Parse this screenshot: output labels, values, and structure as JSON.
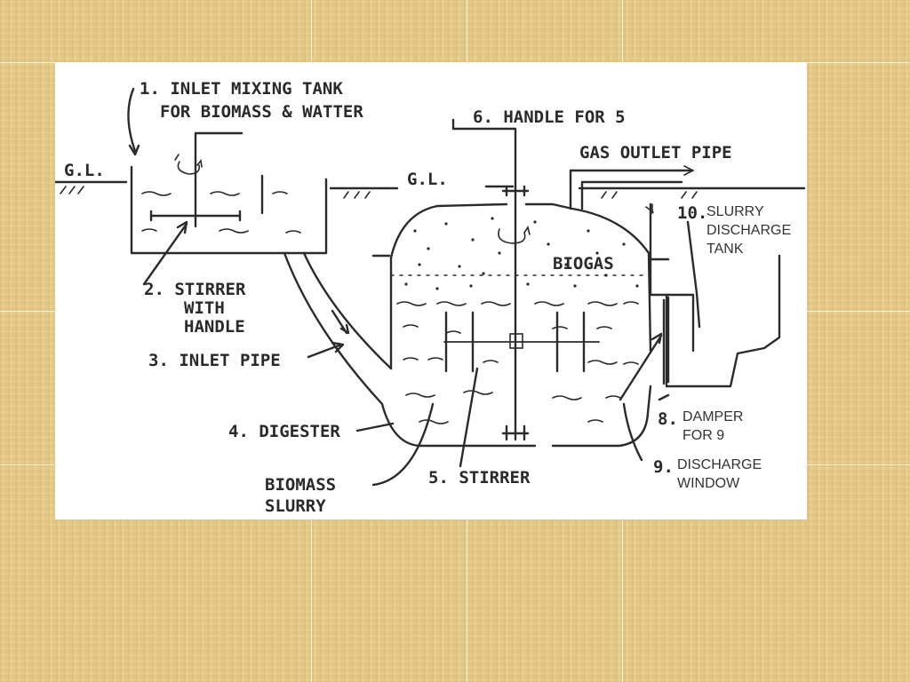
{
  "diagram": {
    "labels": {
      "inlet_tank_line1": "1. INLET MIXING TANK",
      "inlet_tank_line2": "FOR BIOMASS & WATTER",
      "gl_left": "G.L.",
      "gl_center": "G.L.",
      "handle": "6. HANDLE FOR 5",
      "gas_outlet": "GAS OUTLET PIPE",
      "slurry_num": "10.",
      "slurry_line1": "SLURRY",
      "slurry_line2": "DISCHARGE",
      "slurry_line3": "TANK",
      "biogas": "BIOGAS",
      "stirrer_handle_line1": "2. STIRRER",
      "stirrer_handle_line2": "WITH",
      "stirrer_handle_line3": "HANDLE",
      "inlet_pipe": "3. INLET PIPE",
      "digester": "4. DIGESTER",
      "biomass_line1": "BIOMASS",
      "biomass_line2": "SLURRY",
      "stirrer": "5. STIRRER",
      "damper_num": "8.",
      "damper_line1": "DAMPER",
      "damper_line2": "FOR 9",
      "window_num": "9.",
      "window_line1": "DISCHARGE",
      "window_line2": "WINDOW"
    }
  }
}
